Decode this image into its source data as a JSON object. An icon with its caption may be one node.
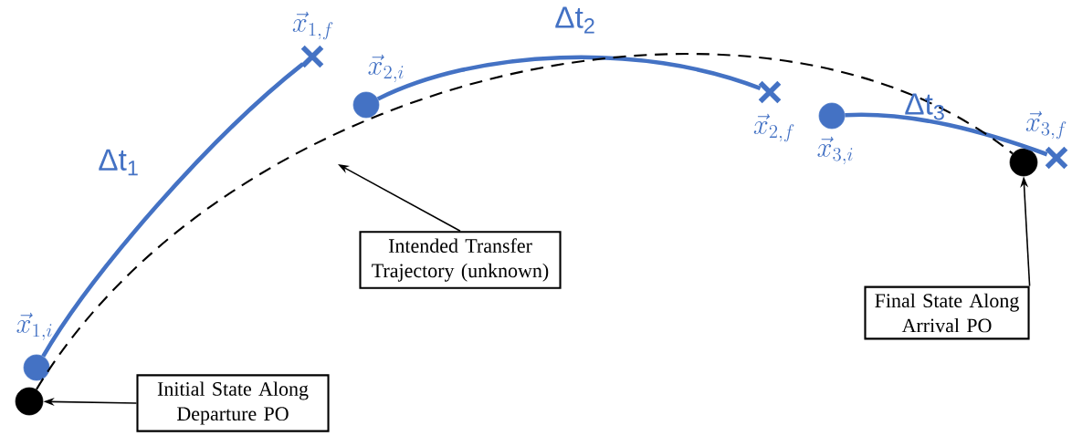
{
  "diagram": {
    "nodes": [
      {
        "text": [],
        "shape": "circle"
      },
      {
        "text": [],
        "shape": "circle",
        "beside": [
          "\\vec{x}_{1,i}"
        ]
      },
      {
        "text": [],
        "shape": "cross",
        "beside": [
          "\\vec{x}_{1,f}"
        ]
      },
      {
        "text": [],
        "shape": "circle",
        "beside": [
          "\\vec{x}_{2,i}"
        ]
      },
      {
        "text": [],
        "shape": "cross",
        "beside": [
          "\\vec{x}_{2,f}"
        ]
      },
      {
        "text": [],
        "shape": "circle",
        "beside": [
          "\\vec{x}_{3,i}"
        ]
      },
      {
        "text": [],
        "shape": "cross",
        "beside": [
          "\\vec{x}_{3,f}"
        ]
      },
      {
        "text": [],
        "shape": "circle"
      },
      {
        "text": [
          "Initial State Along Departure PO"
        ]
      },
      {
        "text": [
          "Intended Transfer Trajectory (unknown)"
        ]
      },
      {
        "text": [
          "Final State Along Arrival PO"
        ]
      }
    ],
    "edges": [
      {
        "from": 1,
        "to": 2,
        "arrow": "none",
        "label": "Δt$_{1}$",
        "style": "thick",
        "color": "#4472c4"
      },
      {
        "from": 3,
        "to": 4,
        "arrow": "none",
        "label": "Δt$_{2}$",
        "style": "thick",
        "color": "#4472c4"
      },
      {
        "from": 5,
        "to": 6,
        "arrow": "none",
        "label": "Δt$_{3}$",
        "style": "thick",
        "color": "#4472c4"
      },
      {
        "from": 0,
        "to": 7,
        "arrow": "none",
        "style": "dashed"
      },
      {
        "from": 8,
        "to": 0,
        "arrow": "to"
      },
      {
        "from": 9,
        "to": null,
        "arrow": "to"
      },
      {
        "from": 10,
        "to": 7,
        "arrow": "to"
      }
    ]
  }
}
